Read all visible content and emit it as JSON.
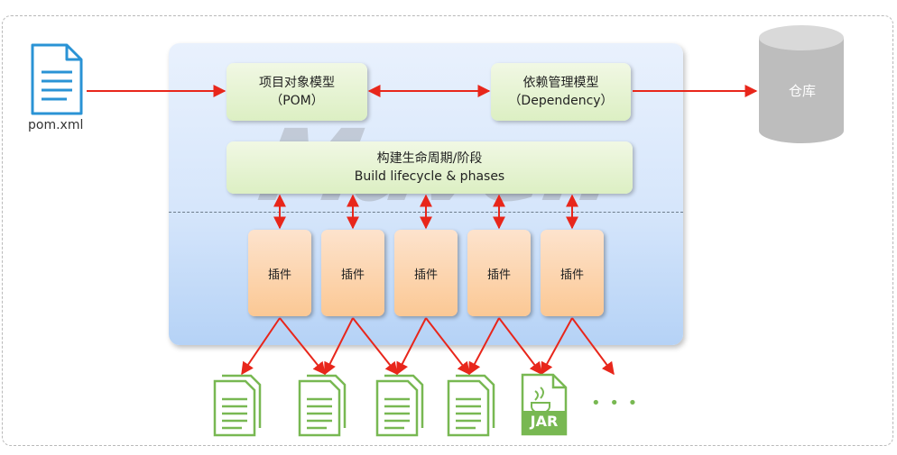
{
  "pom_label": "pom.xml",
  "pom_model": {
    "line1": "项目对象模型",
    "line2": "（POM）"
  },
  "dependency_model": {
    "line1": "依赖管理模型",
    "line2": "（Dependency）"
  },
  "repository": "仓库",
  "lifecycle": {
    "line1": "构建生命周期/阶段",
    "line2": "Build lifecycle & phases"
  },
  "plugins": [
    "插件",
    "插件",
    "插件",
    "插件",
    "插件"
  ],
  "watermark": "Maven",
  "jar_label": "JAR",
  "ellipsis": "• • •",
  "colors": {
    "arrow": "#e8261b",
    "doc_icon": "#2a93d5",
    "output_icon": "#78b852",
    "cylinder": "#bdbdbd"
  }
}
